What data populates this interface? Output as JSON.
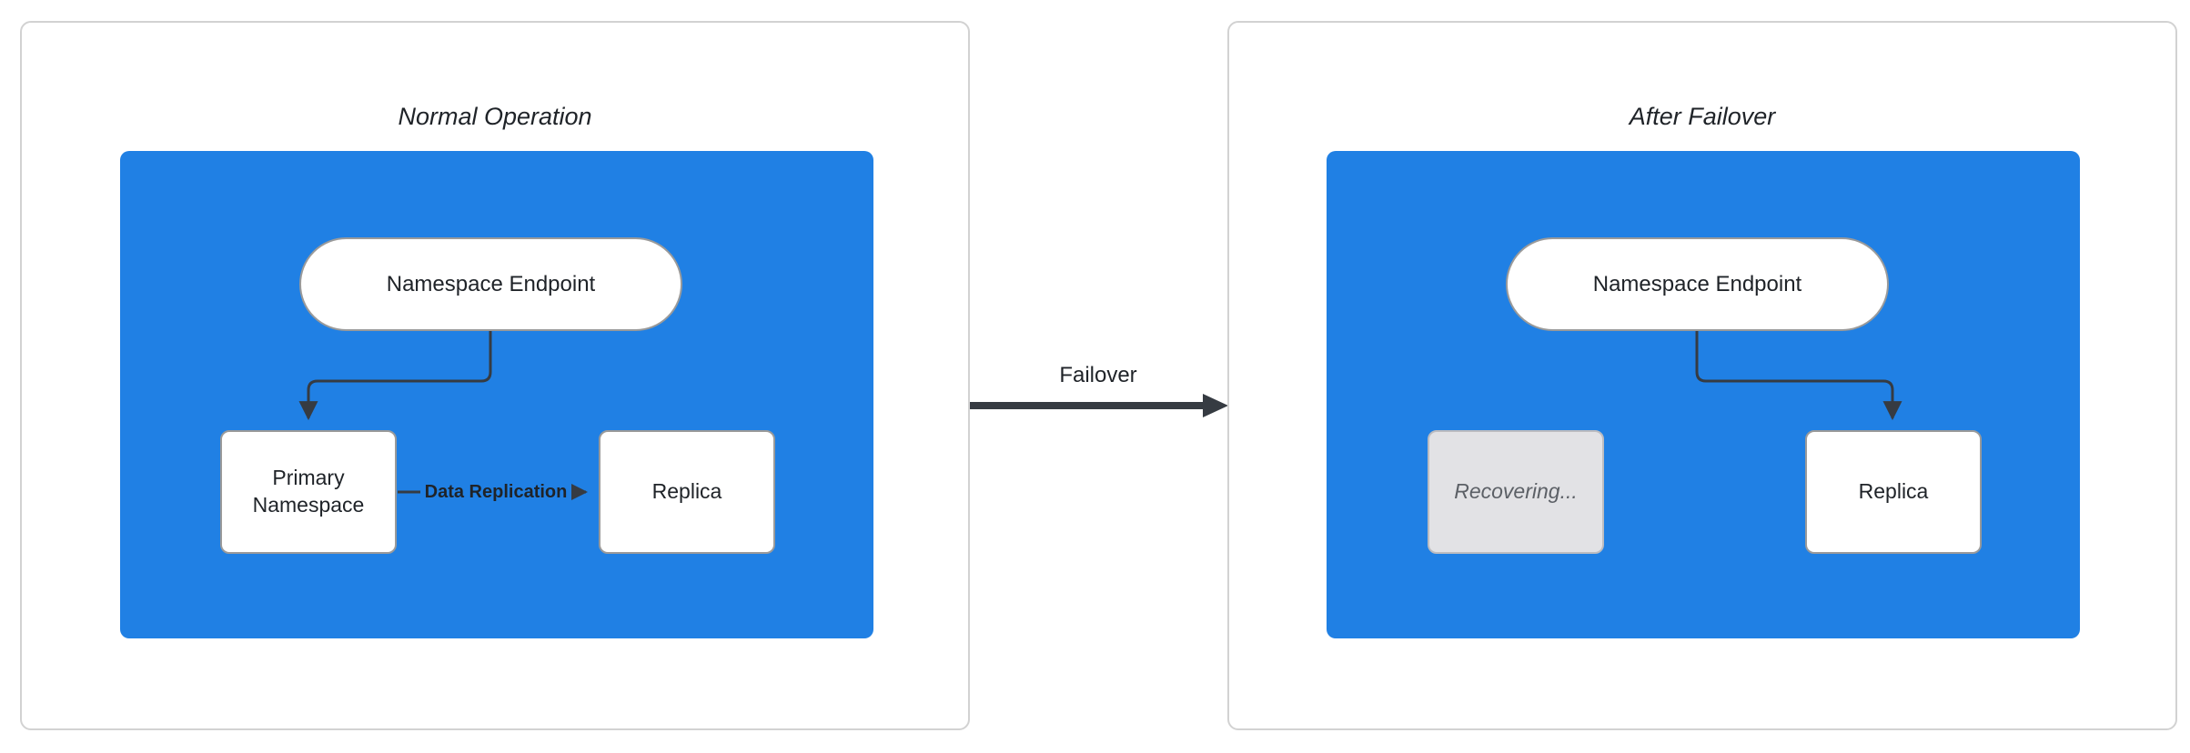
{
  "colors": {
    "canvas_bg": "#ffffff",
    "panel_border": "#d2d2d2",
    "cluster_blue": "#2080e4",
    "node_border": "#9a9a9a",
    "node_text": "#1f2328",
    "arrow_color": "#363b42",
    "recovering_bg": "#e2e2e5",
    "recovering_border": "#bcbcc0",
    "recovering_text": "#5c6066"
  },
  "normal_panel": {
    "title": "Normal Operation",
    "endpoint_label": "Namespace Endpoint",
    "primary_label": "Primary Namespace",
    "replica_label": "Replica",
    "replication_label": "Data Replication"
  },
  "failover_panel": {
    "title": "After Failover",
    "endpoint_label": "Namespace Endpoint",
    "recovering_label": "Recovering...",
    "replica_label": "Replica"
  },
  "transition": {
    "label": "Failover"
  }
}
